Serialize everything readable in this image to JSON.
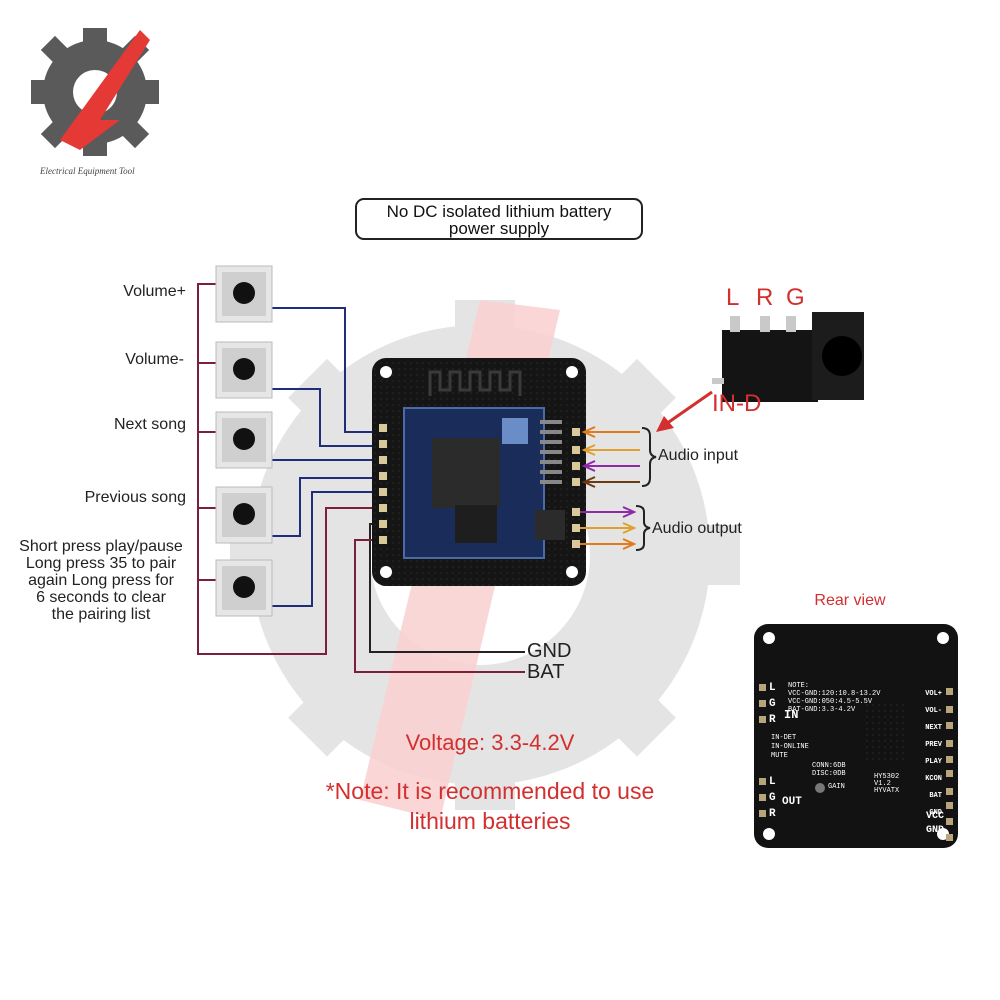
{
  "brand": {
    "tagline": "Electrical Equipment Tool"
  },
  "note_box": {
    "line1": "No DC isolated lithium battery",
    "line2": "power supply"
  },
  "buttons": [
    {
      "label": "Volume+"
    },
    {
      "label": "Volume-"
    },
    {
      "label": "Next song"
    },
    {
      "label": "Previous song"
    },
    {
      "label_lines": [
        "Short press play/pause",
        "Long press 35 to pair",
        "again Long press for",
        "6 seconds to clear",
        "the pairing list"
      ]
    }
  ],
  "jack": {
    "labels": [
      "L",
      "R",
      "G"
    ],
    "in_d": "IN-D"
  },
  "audio": {
    "input": "Audio input",
    "output": "Audio output"
  },
  "power": {
    "gnd": "GND",
    "bat": "BAT"
  },
  "voltage": "Voltage: 3.3-4.2V",
  "note": {
    "line1": "*Note: It is recommended to use",
    "line2": "lithium batteries"
  },
  "rear": {
    "title": "Rear view",
    "left_pins": [
      "L",
      "G",
      "R",
      "L",
      "G",
      "R"
    ],
    "left_labels": [
      "IN",
      "IN-DET",
      "IN-ONLINE",
      "MUTE",
      "OUT"
    ],
    "right_pins": [
      "VOL+",
      "VOL-",
      "NEXT",
      "PREV",
      "PLAY",
      "KCON",
      "BAT",
      "GND",
      "VCC",
      "GND"
    ],
    "note_lines": [
      "NOTE:",
      "VCC-GND:120:10.8-13.2V",
      "VCC-GND:050:4.5-5.5V",
      "BAT-GND:3.3-4.2V"
    ],
    "conn_lines": [
      "CONN:6DB",
      "DISC:0DB"
    ],
    "gain": "GAIN",
    "model_lines": [
      "HY5302",
      "V1.2",
      "HYVATX"
    ]
  },
  "colors": {
    "wire_blue": "#1f2d7a",
    "wire_maroon": "#7b1f3d",
    "wire_orange": "#e07a1a",
    "wire_purple": "#8e2aa8",
    "wire_brown": "#6b3a12",
    "label_red": "#d32f2f",
    "watermark_red": "#e57373",
    "watermark_gray": "#6a6a6a"
  }
}
